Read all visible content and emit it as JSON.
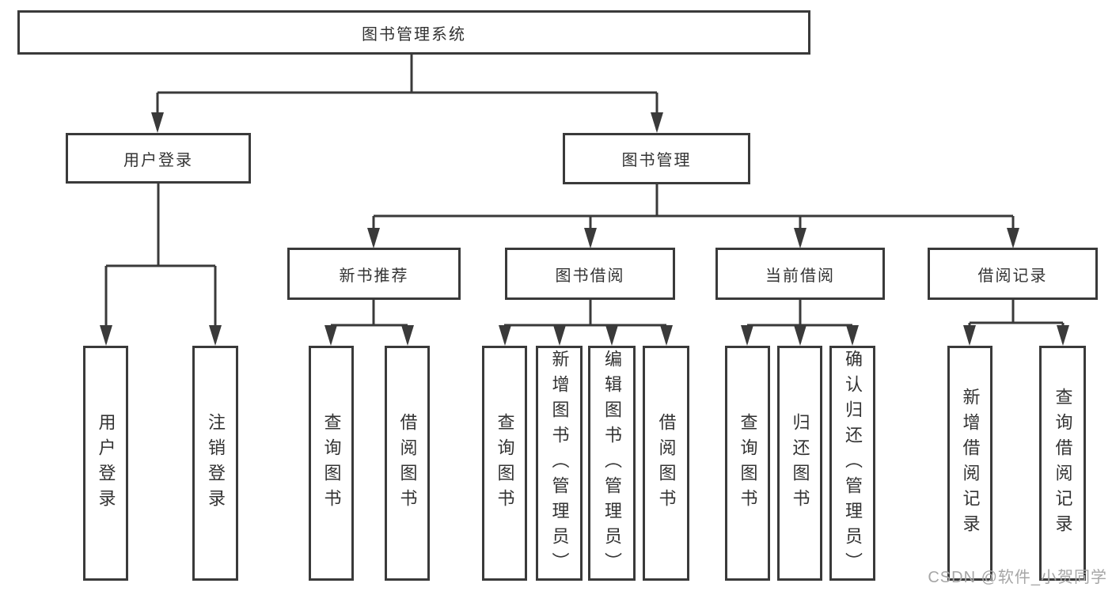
{
  "colors": {
    "background": "#ffffff",
    "line": "#3a3a3a",
    "box_border": "#3a3a3a",
    "text": "#333333",
    "watermark": "#a6a6a6"
  },
  "tree": {
    "root": "图书管理系统",
    "branches": [
      {
        "label": "用户登录",
        "children": [
          "用户登录",
          "注销登录"
        ]
      },
      {
        "label": "图书管理",
        "children": [
          {
            "label": "新书推荐",
            "children": [
              "查询图书",
              "借阅图书"
            ]
          },
          {
            "label": "图书借阅",
            "children": [
              "查询图书",
              "新增图书（管理员）",
              "编辑图书（管理员）",
              "借阅图书"
            ]
          },
          {
            "label": "当前借阅",
            "children": [
              "查询图书",
              "归还图书",
              "确认归还（管理员）"
            ]
          },
          {
            "label": "借阅记录",
            "children": [
              "新增借阅记录",
              "查询借阅记录"
            ]
          }
        ]
      }
    ]
  },
  "watermark": {
    "text": "CSDN @软件_小贺同学"
  }
}
